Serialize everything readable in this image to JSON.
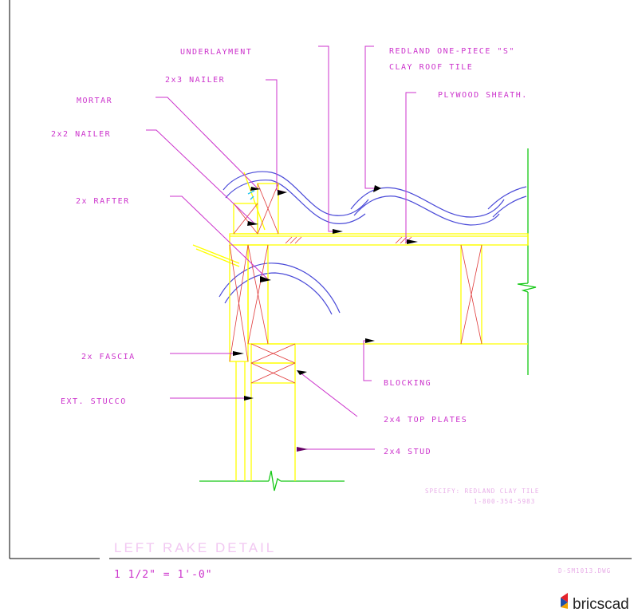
{
  "callouts": {
    "underlayment": "UNDERLAYMENT",
    "nailer_2x3": "2x3 NAILER",
    "tile_line1": "REDLAND ONE-PIECE \"S\"",
    "tile_line2": "CLAY ROOF TILE",
    "mortar": "MORTAR",
    "plywood": "PLYWOOD SHEATH.",
    "nailer_2x2": "2x2 NAILER",
    "rafter": "2x RAFTER",
    "fascia": "2x FASCIA",
    "stucco": "EXT. STUCCO",
    "blocking": "BLOCKING",
    "top_plates": "2x4 TOP PLATES",
    "stud": "2x4 STUD"
  },
  "spec": {
    "line1": "SPECIFY: REDLAND CLAY TILE",
    "line2": "1-800-354-5983"
  },
  "title_block": {
    "title": "LEFT RAKE DETAIL",
    "scale": "1 1/2\" = 1'-0\"",
    "file": "D-SM1013.DWG"
  },
  "brand": {
    "name": "bricscad",
    "logo_colors": [
      "#e4222b",
      "#1f4fa8",
      "#f2a200"
    ]
  },
  "colors": {
    "text": "#cc33cc",
    "framing": "#ffff00",
    "wood_x": "#e03a3a",
    "tile": "#4a4ad8",
    "break_lines": "#14c814"
  }
}
